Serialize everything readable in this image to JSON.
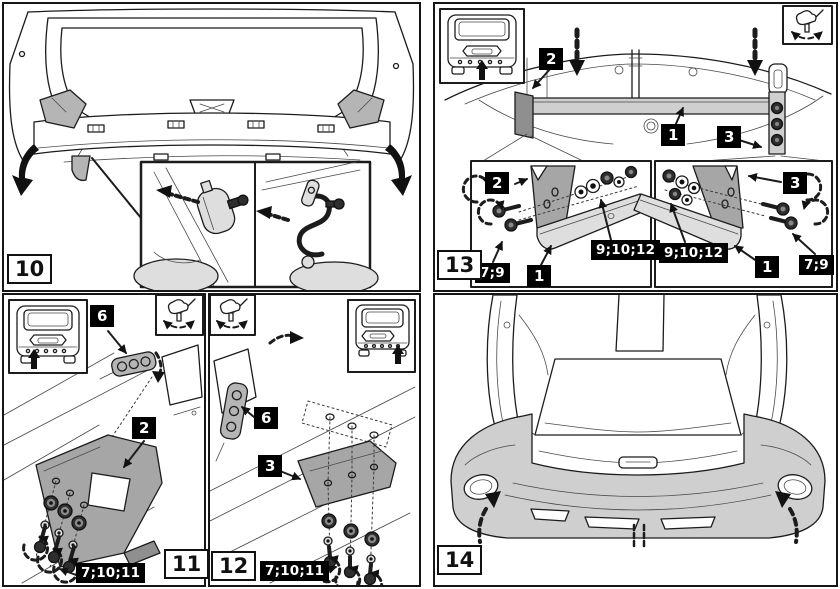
{
  "colors": {
    "paper": "#ffffff",
    "ink": "#1c1c1c",
    "label_bg": "#000000",
    "label_text": "#ffffff",
    "badge_bg": "#ffffff",
    "part_gray": "#a6a6a6",
    "part_gray_dark": "#8f8f8f",
    "crossbar_gray": "#d6d6d6",
    "bumper_gray": "#cfcfcf"
  },
  "panels": {
    "p10": {
      "step": "10"
    },
    "p11": {
      "step": "11",
      "callout_plate": "6",
      "callout_bracket": "2",
      "callout_hardware": "7;10;11"
    },
    "p12": {
      "step": "12",
      "callout_plate": "6",
      "callout_bracket": "3",
      "callout_hardware": "7;10;11"
    },
    "p13": {
      "step": "13",
      "callout_left_bracket": "2",
      "callout_crossbar": "1",
      "callout_right_bracket": "3",
      "left_detail": {
        "bracket": "2",
        "bolts": "7;9",
        "hardware": "9;10;12",
        "crossbar": "1"
      },
      "right_detail": {
        "bracket": "3",
        "bolts": "7;9",
        "hardware": "9;10;12",
        "crossbar": "1"
      }
    },
    "p14": {
      "step": "14"
    }
  }
}
